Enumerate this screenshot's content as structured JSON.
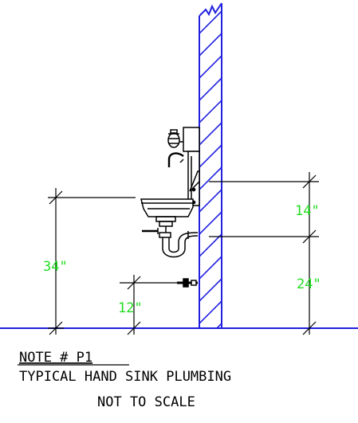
{
  "colors": {
    "wall": "#2020e0",
    "floor": "#2020e0",
    "linework": "#000000",
    "dimension_text": "#22dd22",
    "note_text": "#000000",
    "background": "#ffffff"
  },
  "dimensions": {
    "counter_height": "34\"",
    "sink_to_wall_offset": "14\"",
    "wall_offset_height": "24\"",
    "supply_height": "12\""
  },
  "note": {
    "title": "NOTE # P1",
    "line1": "TYPICAL HAND SINK PLUMBING",
    "line2": "NOT TO SCALE"
  }
}
